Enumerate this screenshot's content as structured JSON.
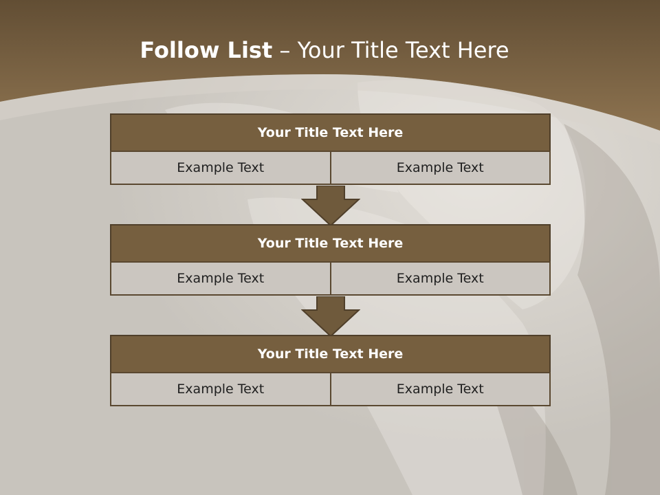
{
  "slide": {
    "title_bold": "Follow List",
    "title_rest": "– Your Title Text Here"
  },
  "colors": {
    "header_bar": "#7a6141",
    "block_header": "#765f3f",
    "cell_bg": "#cbc6c0",
    "border": "#4f3f2a",
    "arrow": "#6f5a3c",
    "background": "#c9c5bf"
  },
  "blocks": [
    {
      "title": "Your Title Text Here",
      "left": "Example Text",
      "right": "Example Text"
    },
    {
      "title": "Your Title Text Here",
      "left": "Example Text",
      "right": "Example Text"
    },
    {
      "title": "Your Title Text Here",
      "left": "Example Text",
      "right": "Example Text"
    }
  ]
}
